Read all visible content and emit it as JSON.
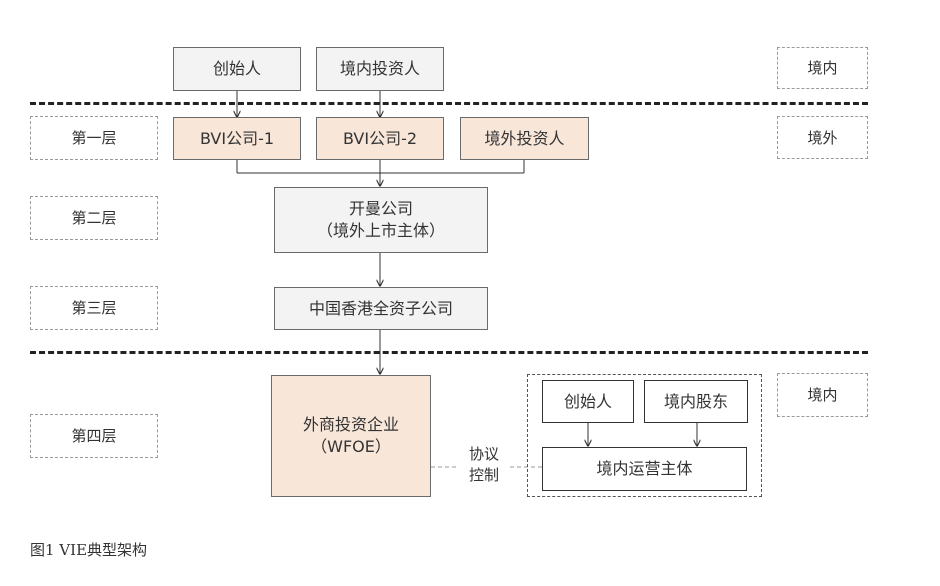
{
  "region_labels": {
    "domestic_top": "境内",
    "overseas": "境外",
    "domestic_bottom": "境内"
  },
  "layers": {
    "layer1": "第一层",
    "layer2": "第二层",
    "layer3": "第三层",
    "layer4": "第四层"
  },
  "nodes": {
    "founder_top": "创始人",
    "domestic_investor": "境内投资人",
    "bvi_1": "BVI公司-1",
    "bvi_2": "BVI公司-2",
    "foreign_investor": "境外投资人",
    "cayman_line1": "开曼公司",
    "cayman_line2": "（境外上市主体）",
    "hk_sub": "中国香港全资子公司",
    "wfoe_line1": "外商投资企业",
    "wfoe_line2": "（WFOE）",
    "founder_bottom": "创始人",
    "domestic_shareholder": "境内股东",
    "domestic_operating": "境内运营主体"
  },
  "agreement_label": {
    "line1": "协议",
    "line2": "控制"
  },
  "caption": "图1 VIE典型架构"
}
